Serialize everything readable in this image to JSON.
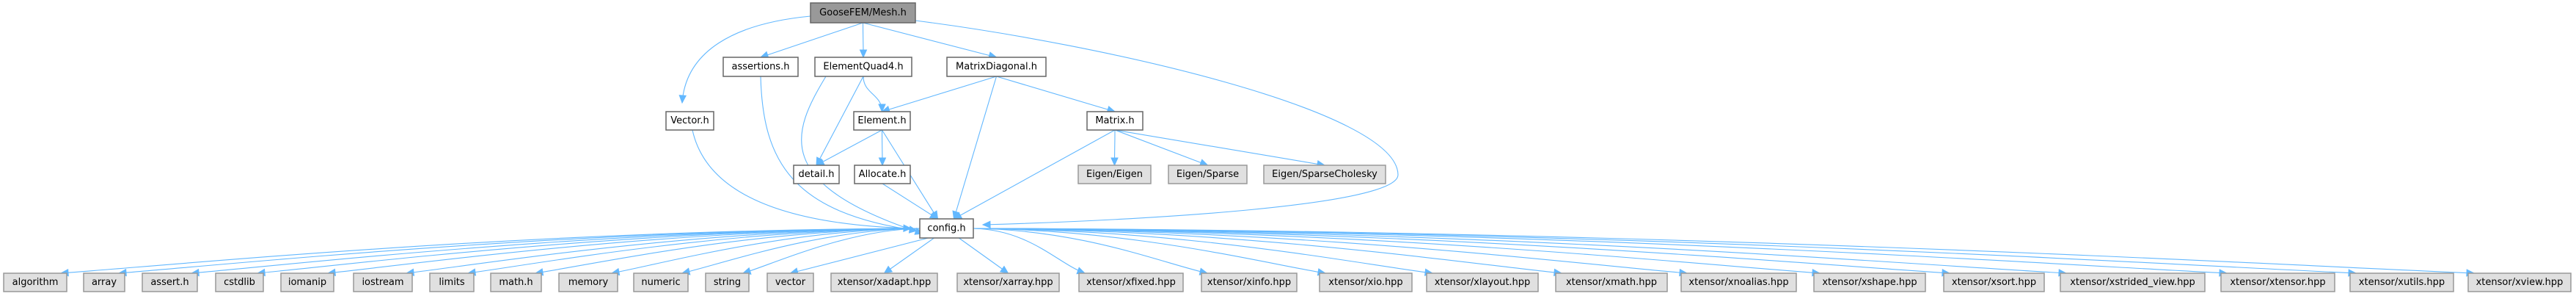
{
  "title": "GooseFEM/Mesh.h include dependency graph",
  "colors": {
    "edge": "#63b8ff",
    "main_fill": "#999999",
    "local_fill": "#ffffff",
    "external_fill": "#e0e0e0",
    "border": "#666666"
  },
  "nodes": [
    {
      "id": "mesh",
      "label": "GooseFEM/Mesh.h",
      "kind": "main"
    },
    {
      "id": "assertions",
      "label": "assertions.h",
      "kind": "local"
    },
    {
      "id": "elementquad4",
      "label": "ElementQuad4.h",
      "kind": "local"
    },
    {
      "id": "matrixdiagonal",
      "label": "MatrixDiagonal.h",
      "kind": "local"
    },
    {
      "id": "vector",
      "label": "Vector.h",
      "kind": "local"
    },
    {
      "id": "element",
      "label": "Element.h",
      "kind": "local"
    },
    {
      "id": "matrix",
      "label": "Matrix.h",
      "kind": "local"
    },
    {
      "id": "detail",
      "label": "detail.h",
      "kind": "local"
    },
    {
      "id": "allocate",
      "label": "Allocate.h",
      "kind": "local"
    },
    {
      "id": "eigen_eigen",
      "label": "Eigen/Eigen",
      "kind": "external"
    },
    {
      "id": "eigen_sparse",
      "label": "Eigen/Sparse",
      "kind": "external"
    },
    {
      "id": "eigen_sparsecholesky",
      "label": "Eigen/SparseCholesky",
      "kind": "external"
    },
    {
      "id": "config",
      "label": "config.h",
      "kind": "local"
    },
    {
      "id": "algorithm",
      "label": "algorithm",
      "kind": "external"
    },
    {
      "id": "array",
      "label": "array",
      "kind": "external"
    },
    {
      "id": "assert",
      "label": "assert.h",
      "kind": "external"
    },
    {
      "id": "cstdlib",
      "label": "cstdlib",
      "kind": "external"
    },
    {
      "id": "iomanip",
      "label": "iomanip",
      "kind": "external"
    },
    {
      "id": "iostream",
      "label": "iostream",
      "kind": "external"
    },
    {
      "id": "limits",
      "label": "limits",
      "kind": "external"
    },
    {
      "id": "math",
      "label": "math.h",
      "kind": "external"
    },
    {
      "id": "memory",
      "label": "memory",
      "kind": "external"
    },
    {
      "id": "numeric",
      "label": "numeric",
      "kind": "external"
    },
    {
      "id": "string",
      "label": "string",
      "kind": "external"
    },
    {
      "id": "vectorstd",
      "label": "vector",
      "kind": "external"
    },
    {
      "id": "xadapt",
      "label": "xtensor/xadapt.hpp",
      "kind": "external"
    },
    {
      "id": "xarray",
      "label": "xtensor/xarray.hpp",
      "kind": "external"
    },
    {
      "id": "xfixed",
      "label": "xtensor/xfixed.hpp",
      "kind": "external"
    },
    {
      "id": "xinfo",
      "label": "xtensor/xinfo.hpp",
      "kind": "external"
    },
    {
      "id": "xio",
      "label": "xtensor/xio.hpp",
      "kind": "external"
    },
    {
      "id": "xlayout",
      "label": "xtensor/xlayout.hpp",
      "kind": "external"
    },
    {
      "id": "xmath",
      "label": "xtensor/xmath.hpp",
      "kind": "external"
    },
    {
      "id": "xnoalias",
      "label": "xtensor/xnoalias.hpp",
      "kind": "external"
    },
    {
      "id": "xshape",
      "label": "xtensor/xshape.hpp",
      "kind": "external"
    },
    {
      "id": "xsort",
      "label": "xtensor/xsort.hpp",
      "kind": "external"
    },
    {
      "id": "xstrided_view",
      "label": "xtensor/xstrided_view.hpp",
      "kind": "external"
    },
    {
      "id": "xtensor",
      "label": "xtensor/xtensor.hpp",
      "kind": "external"
    },
    {
      "id": "xutils",
      "label": "xtensor/xutils.hpp",
      "kind": "external"
    },
    {
      "id": "xview",
      "label": "xtensor/xview.hpp",
      "kind": "external"
    }
  ],
  "edges": [
    [
      "mesh",
      "vector"
    ],
    [
      "mesh",
      "assertions"
    ],
    [
      "mesh",
      "elementquad4"
    ],
    [
      "mesh",
      "matrixdiagonal"
    ],
    [
      "mesh",
      "config"
    ],
    [
      "vector",
      "config"
    ],
    [
      "assertions",
      "config"
    ],
    [
      "elementquad4",
      "element"
    ],
    [
      "elementquad4",
      "detail"
    ],
    [
      "elementquad4",
      "config"
    ],
    [
      "matrixdiagonal",
      "element"
    ],
    [
      "matrixdiagonal",
      "matrix"
    ],
    [
      "matrixdiagonal",
      "config"
    ],
    [
      "element",
      "detail"
    ],
    [
      "element",
      "allocate"
    ],
    [
      "element",
      "config"
    ],
    [
      "allocate",
      "config"
    ],
    [
      "matrix",
      "eigen_eigen"
    ],
    [
      "matrix",
      "eigen_sparse"
    ],
    [
      "matrix",
      "eigen_sparsecholesky"
    ],
    [
      "matrix",
      "config"
    ],
    [
      "config",
      "algorithm"
    ],
    [
      "config",
      "array"
    ],
    [
      "config",
      "assert"
    ],
    [
      "config",
      "cstdlib"
    ],
    [
      "config",
      "iomanip"
    ],
    [
      "config",
      "iostream"
    ],
    [
      "config",
      "limits"
    ],
    [
      "config",
      "math"
    ],
    [
      "config",
      "memory"
    ],
    [
      "config",
      "numeric"
    ],
    [
      "config",
      "string"
    ],
    [
      "config",
      "vectorstd"
    ],
    [
      "config",
      "xadapt"
    ],
    [
      "config",
      "xarray"
    ],
    [
      "config",
      "xfixed"
    ],
    [
      "config",
      "xinfo"
    ],
    [
      "config",
      "xio"
    ],
    [
      "config",
      "xlayout"
    ],
    [
      "config",
      "xmath"
    ],
    [
      "config",
      "xnoalias"
    ],
    [
      "config",
      "xshape"
    ],
    [
      "config",
      "xsort"
    ],
    [
      "config",
      "xstrided_view"
    ],
    [
      "config",
      "xtensor"
    ],
    [
      "config",
      "xutils"
    ],
    [
      "config",
      "xview"
    ]
  ]
}
